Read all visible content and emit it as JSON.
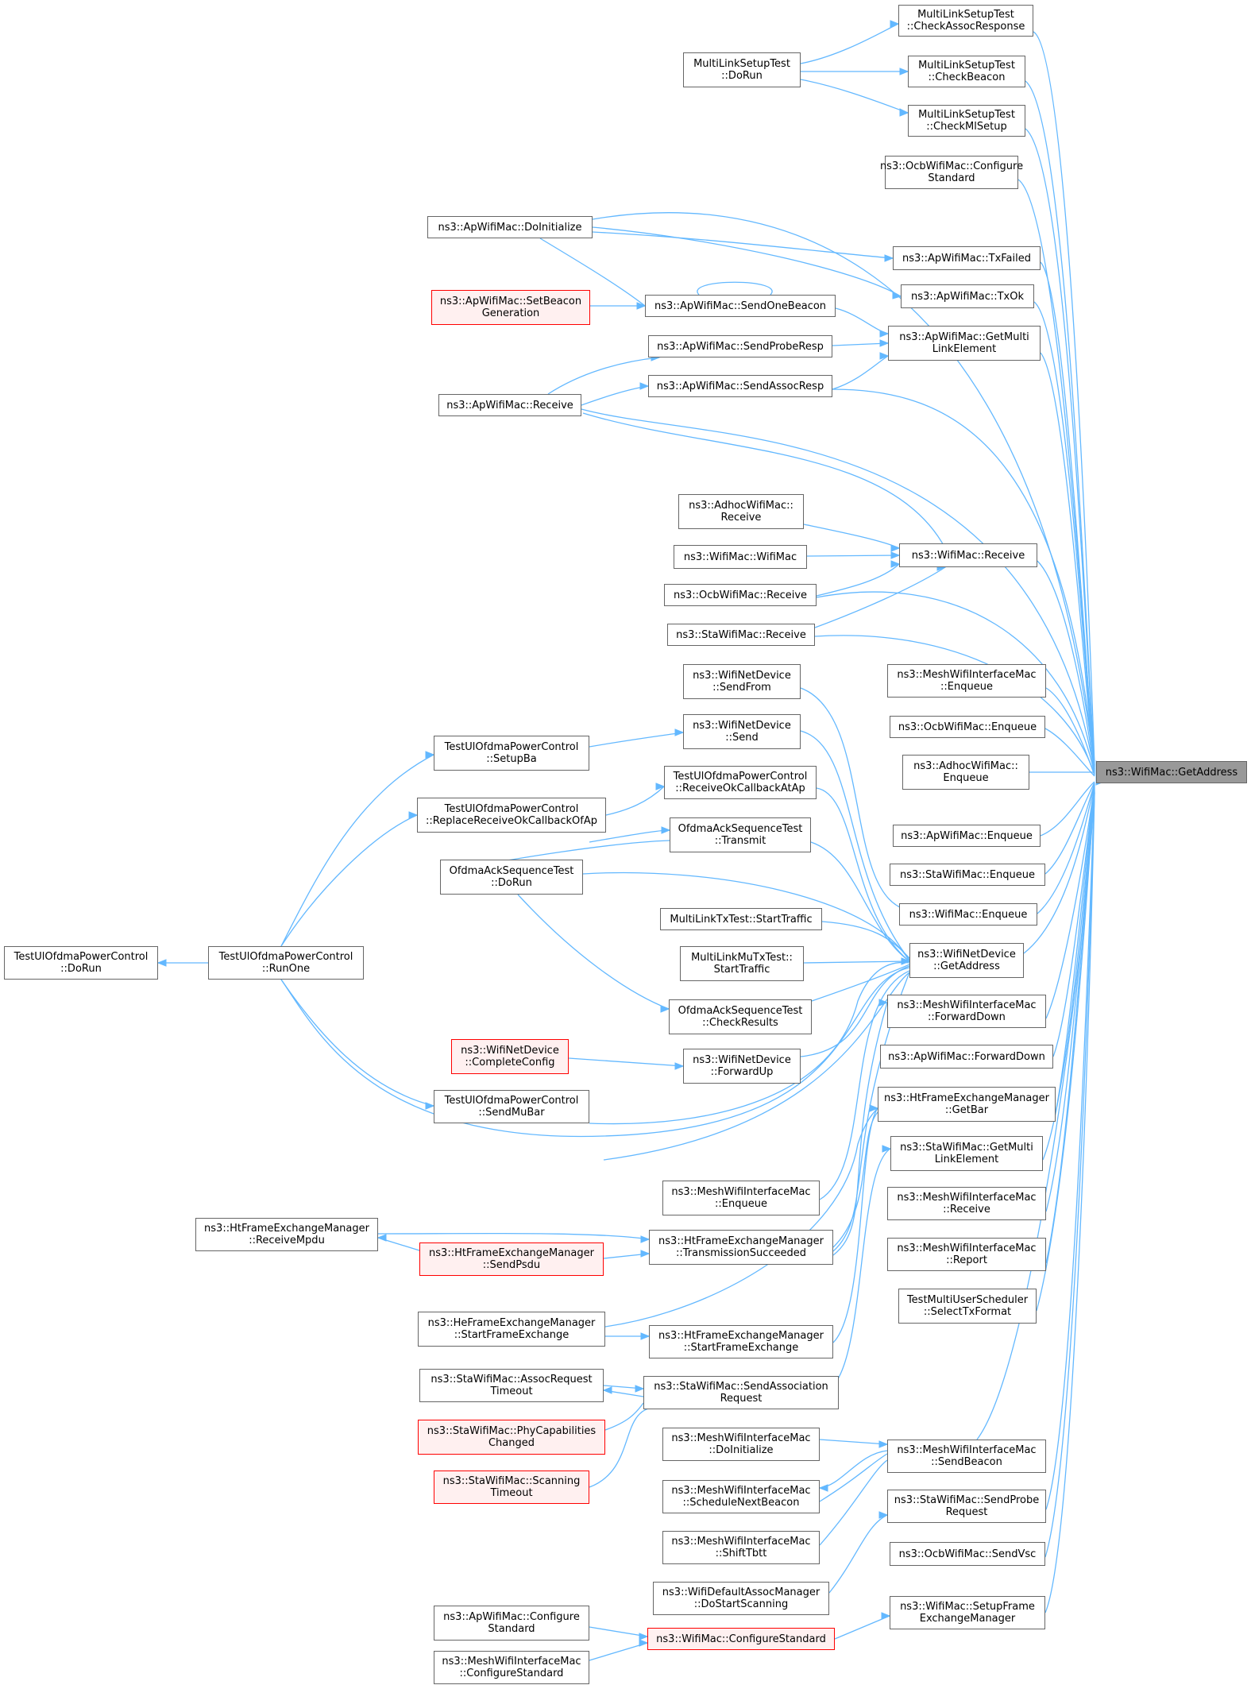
{
  "graph_title": "",
  "colors": {
    "edge": "#63b8ff",
    "node_border": "#666666",
    "focus_fill": "#999999",
    "highlight_border": "#ff0000",
    "highlight_fill": "#fff0f0"
  },
  "nodes": {
    "n1": "MultiLinkSetupTest\n::CheckAssocResponse",
    "n2": "MultiLinkSetupTest\n::DoRun",
    "n3": "MultiLinkSetupTest\n::CheckBeacon",
    "n4": "MultiLinkSetupTest\n::CheckMlSetup",
    "n5": "ns3::OcbWifiMac::Configure\nStandard",
    "n6": "ns3::ApWifiMac::DoInitialize",
    "n7": "ns3::ApWifiMac::TxFailed",
    "n8": "ns3::ApWifiMac::SetBeacon\nGeneration",
    "n9": "ns3::ApWifiMac::SendOneBeacon",
    "n10": "ns3::ApWifiMac::TxOk",
    "n11": "ns3::ApWifiMac::SendProbeResp",
    "n12": "ns3::ApWifiMac::GetMulti\nLinkElement",
    "n13": "ns3::ApWifiMac::Receive",
    "n14": "ns3::ApWifiMac::SendAssocResp",
    "n15": "ns3::AdhocWifiMac::\nReceive",
    "n16": "ns3::WifiMac::WifiMac",
    "n17": "ns3::WifiMac::Receive",
    "n18": "ns3::OcbWifiMac::Receive",
    "n19": "ns3::StaWifiMac::Receive",
    "n20": "ns3::WifiNetDevice\n::SendFrom",
    "n21": "ns3::MeshWifiInterfaceMac\n::Enqueue",
    "n22": "ns3::WifiNetDevice\n::Send",
    "n23": "TestUlOfdmaPowerControl\n::SetupBa",
    "n24": "ns3::OcbWifiMac::Enqueue",
    "n25": "TestUlOfdmaPowerControl\n::ReceiveOkCallbackAtAp",
    "n26": "ns3::AdhocWifiMac::\nEnqueue",
    "n27": "ns3::WifiMac::GetAddress",
    "n28": "TestUlOfdmaPowerControl\n::ReplaceReceiveOkCallbackOfAp",
    "n29": "OfdmaAckSequenceTest\n::Transmit",
    "n30": "ns3::ApWifiMac::Enqueue",
    "n31": "OfdmaAckSequenceTest\n::DoRun",
    "n32": "ns3::StaWifiMac::Enqueue",
    "n33": "ns3::WifiMac::Enqueue",
    "n34": "MultiLinkTxTest::StartTraffic",
    "n35": "TestUlOfdmaPowerControl\n::DoRun",
    "n36": "TestUlOfdmaPowerControl\n::RunOne",
    "n37": "ns3::WifiNetDevice\n::GetAddress",
    "n38": "MultiLinkMuTxTest::\nStartTraffic",
    "n39": "OfdmaAckSequenceTest\n::CheckResults",
    "n40": "ns3::MeshWifiInterfaceMac\n::ForwardDown",
    "n41": "ns3::WifiNetDevice\n::CompleteConfig",
    "n42": "ns3::ApWifiMac::ForwardDown",
    "n43": "ns3::WifiNetDevice\n::ForwardUp",
    "n44": "TestUlOfdmaPowerControl\n::SendMuBar",
    "n45": "ns3::HtFrameExchangeManager\n::GetBar",
    "n46": "ns3::StaWifiMac::GetMulti\nLinkElement",
    "n47": "ns3::MeshWifiInterfaceMac\n::Enqueue",
    "n48": "ns3::MeshWifiInterfaceMac\n::Receive",
    "n49": "ns3::HtFrameExchangeManager\n::ReceiveMpdu",
    "n50": "ns3::HtFrameExchangeManager\n::TransmissionSucceeded",
    "n51": "ns3::HtFrameExchangeManager\n::SendPsdu",
    "n52": "ns3::MeshWifiInterfaceMac\n::Report",
    "n53": "TestMultiUserScheduler\n::SelectTxFormat",
    "n54": "ns3::HeFrameExchangeManager\n::StartFrameExchange",
    "n55": "ns3::HtFrameExchangeManager\n::StartFrameExchange",
    "n56": "ns3::StaWifiMac::AssocRequest\nTimeout",
    "n57": "ns3::StaWifiMac::SendAssociation\nRequest",
    "n58": "ns3::StaWifiMac::PhyCapabilities\nChanged",
    "n59": "ns3::MeshWifiInterfaceMac\n::DoInitialize",
    "n60": "ns3::MeshWifiInterfaceMac\n::SendBeacon",
    "n61": "ns3::StaWifiMac::Scanning\nTimeout",
    "n62": "ns3::MeshWifiInterfaceMac\n::ScheduleNextBeacon",
    "n63": "ns3::StaWifiMac::SendProbe\nRequest",
    "n64": "ns3::MeshWifiInterfaceMac\n::ShiftTbtt",
    "n65": "ns3::OcbWifiMac::SendVsc",
    "n66": "ns3::WifiDefaultAssocManager\n::DoStartScanning",
    "n67": "ns3::ApWifiMac::Configure\nStandard",
    "n68": "ns3::WifiMac::SetupFrame\nExchangeManager",
    "n69": "ns3::WifiMac::ConfigureStandard",
    "n70": "ns3::MeshWifiInterfaceMac\n::ConfigureStandard"
  }
}
